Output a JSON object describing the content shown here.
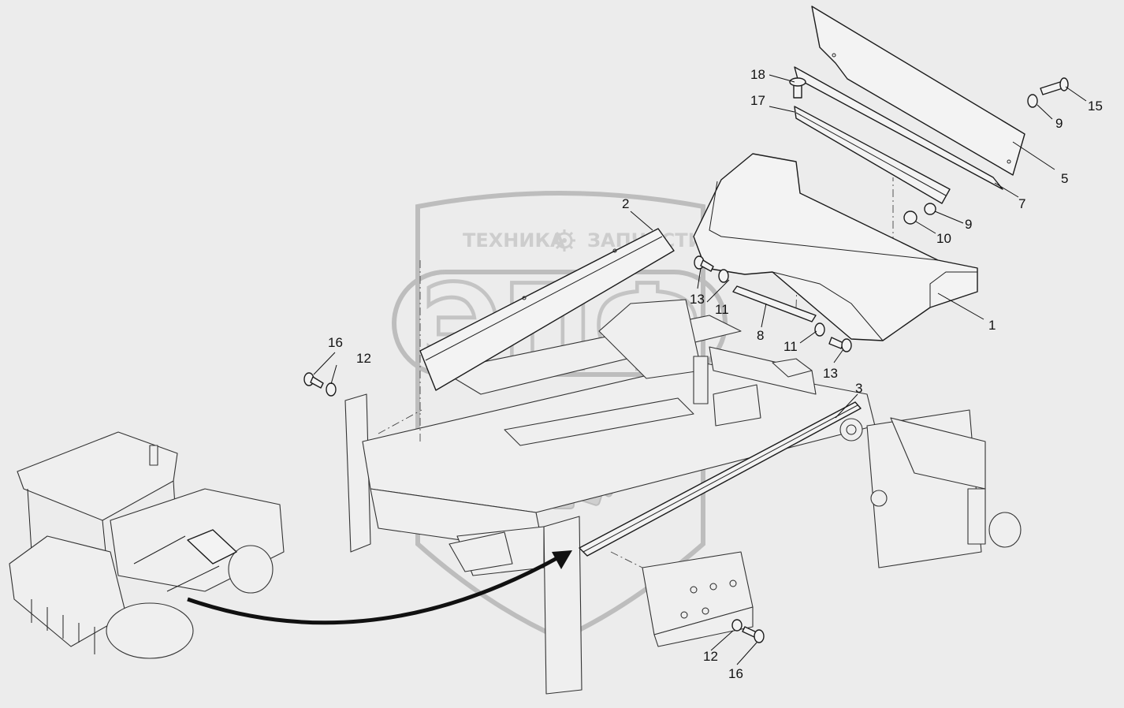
{
  "watermark": {
    "line1_left": "ТЕХНИКА",
    "line1_right": "ЗАПЧАСТИ",
    "logo": "ЭПФ",
    "gear_icon": "gear-icon"
  },
  "callouts": [
    {
      "id": "c1",
      "text": "1"
    },
    {
      "id": "c2",
      "text": "2"
    },
    {
      "id": "c3",
      "text": "3"
    },
    {
      "id": "c5",
      "text": "5"
    },
    {
      "id": "c7",
      "text": "7"
    },
    {
      "id": "c8",
      "text": "8"
    },
    {
      "id": "c9a",
      "text": "9"
    },
    {
      "id": "c9b",
      "text": "9"
    },
    {
      "id": "c10",
      "text": "10"
    },
    {
      "id": "c11a",
      "text": "11"
    },
    {
      "id": "c11b",
      "text": "11"
    },
    {
      "id": "c12a",
      "text": "12"
    },
    {
      "id": "c12b",
      "text": "12"
    },
    {
      "id": "c13a",
      "text": "13"
    },
    {
      "id": "c13b",
      "text": "13"
    },
    {
      "id": "c15",
      "text": "15"
    },
    {
      "id": "c16a",
      "text": "16"
    },
    {
      "id": "c16b",
      "text": "16"
    },
    {
      "id": "c17",
      "text": "17"
    },
    {
      "id": "c18",
      "text": "18"
    }
  ]
}
